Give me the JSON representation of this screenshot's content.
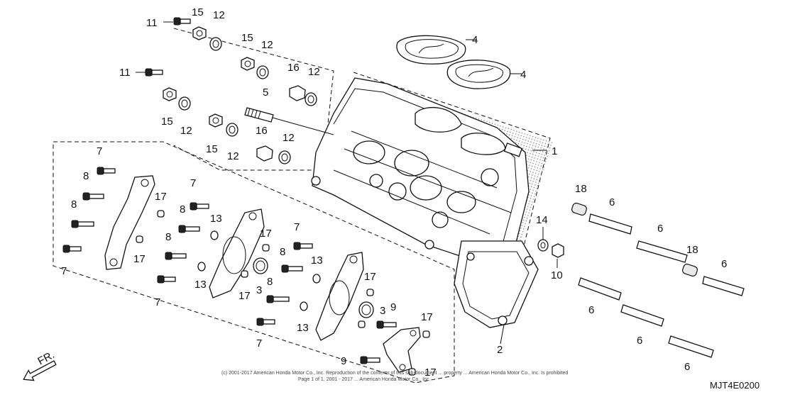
{
  "diagram_code": "MJT4E0200",
  "front_arrow_label": "FR.",
  "copyright_line1": "(c) 2001-2017 American Honda Motor Co., Inc. Reproduction of the contents of this sub-document ... property ... American Honda Motor Co., Inc. Is prohibited",
  "copyright_line2": "Page 1 of 1, 2001 - 2017 ... American Honda Motor Co., Inc.",
  "callouts": {
    "c11a": "11",
    "c15a": "15",
    "c12a": "12",
    "c15b": "15",
    "c12b": "12",
    "c11b": "11",
    "c16a": "16",
    "c12c": "12",
    "c5": "5",
    "c15c": "15",
    "c12d": "12",
    "c15d": "15",
    "c12e": "12",
    "c16b": "16",
    "c12f": "12",
    "c4a": "4",
    "c4b": "4",
    "c1": "1",
    "c7a": "7",
    "c8a": "8",
    "c8b": "8",
    "c7b": "7",
    "c17a": "17",
    "c17b": "17",
    "c7c": "7",
    "c8c": "8",
    "c8d": "8",
    "c13a": "13",
    "c13b": "13",
    "c7d": "7",
    "c17c": "17",
    "c3a": "3",
    "c17d": "17",
    "c7e": "7",
    "c8e": "8",
    "c8f": "8",
    "c13c": "13",
    "c13d": "13",
    "c7f": "7",
    "c17e": "17",
    "c3b": "3",
    "c9a": "9",
    "c9b": "9",
    "c17f": "17",
    "c17g": "17",
    "c14": "14",
    "c10": "10",
    "c2": "2",
    "c18a": "18",
    "c6a": "6",
    "c6b": "6",
    "c18b": "18",
    "c6c": "6",
    "c6d": "6",
    "c6e": "6",
    "c6f": "6"
  }
}
